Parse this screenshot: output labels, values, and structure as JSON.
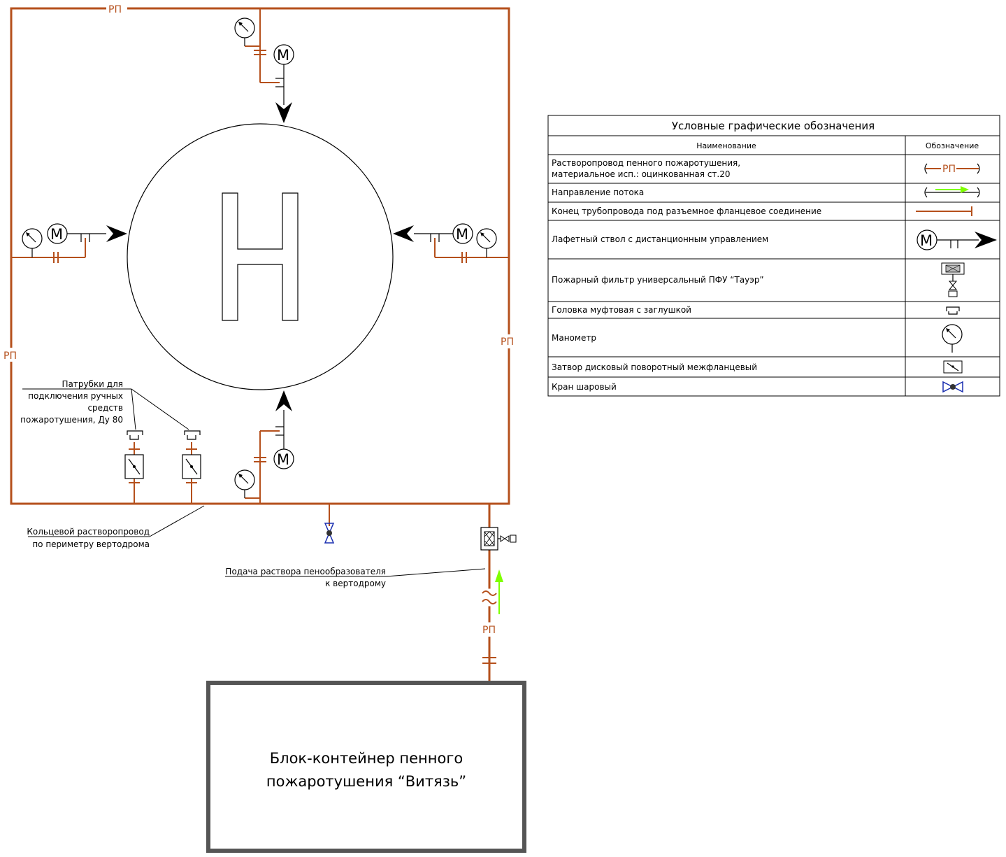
{
  "colors": {
    "pipe": "#b5501c",
    "flow_arrow": "#7fff00",
    "ball_valve": "#1a2fb0",
    "line": "#000000"
  },
  "scheme": {
    "pipe_label_top": "РП",
    "pipe_label_left": "РП",
    "pipe_label_right": "РП",
    "pipe_label_feed": "РП",
    "helipad_letter": "H",
    "monitor_letter": "M",
    "annotation_nozzles": [
      "Патрубки для",
      "подключения ручных",
      "средств",
      "пожаротушения, Ду 80"
    ],
    "annotation_ring": [
      "Кольцевой растворопровод",
      "по периметру вертодрома"
    ],
    "annotation_feed": [
      "Подача раствора пенообразователя",
      "к вертодрому"
    ],
    "container_label": [
      "Блок-контейнер пенного",
      "пожаротушения “Витязь”"
    ]
  },
  "legend": {
    "title": "Условные графические обозначения",
    "col_name": "Наименование",
    "col_symbol": "Обозначение",
    "rows": [
      {
        "name": [
          "Растворопровод пенного пожаротушения,",
          "материальное исп.: оцинкованная ст.20"
        ],
        "symbol": "pipe-rp",
        "symbol_text": "РП"
      },
      {
        "name": [
          "Направление потока"
        ],
        "symbol": "flow-direction"
      },
      {
        "name": [
          "Конец трубопровода под разъемное фланцевое соединение"
        ],
        "symbol": "pipe-end-flange"
      },
      {
        "name": [
          "Лафетный ствол с дистанционным управлением"
        ],
        "symbol": "fire-monitor",
        "symbol_text": "M"
      },
      {
        "name": [
          "Пожарный фильтр универсальный ПФУ “Тауэр”"
        ],
        "symbol": "fire-filter"
      },
      {
        "name": [
          "Головка муфтовая с заглушкой"
        ],
        "symbol": "coupling-head"
      },
      {
        "name": [
          "Манометр"
        ],
        "symbol": "pressure-gauge"
      },
      {
        "name": [
          "Затвор дисковый поворотный  межфланцевый"
        ],
        "symbol": "butterfly-valve"
      },
      {
        "name": [
          "Кран шаровый"
        ],
        "symbol": "ball-valve"
      }
    ]
  }
}
